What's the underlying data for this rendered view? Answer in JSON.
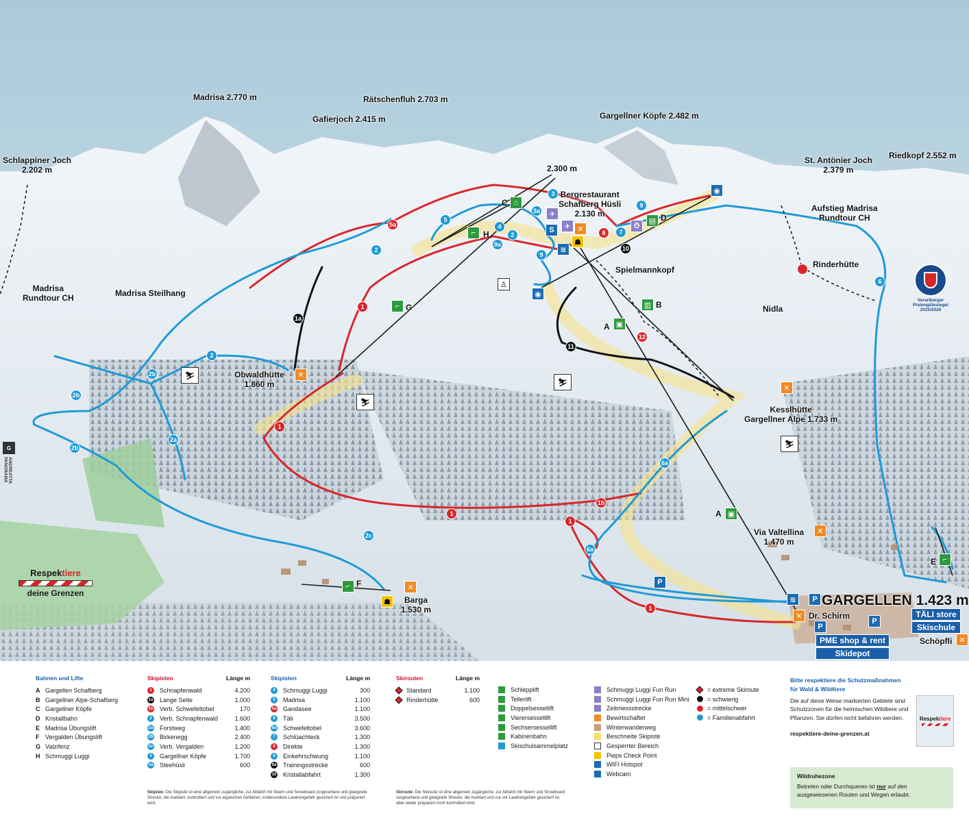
{
  "map": {
    "peaks": [
      {
        "id": "madrisa",
        "text": "Madrisa 2.770 m"
      },
      {
        "id": "raetschenfluh",
        "text": "Rätschenfluh 2.703 m"
      },
      {
        "id": "gafierjoch",
        "text": "Gafierjoch 2.415 m"
      },
      {
        "id": "gargellner-koepfe",
        "text": "Gargellner Köpfe 2.482 m"
      },
      {
        "id": "schlappiner",
        "text": "Schlappiner Joch\n2.202 m"
      },
      {
        "id": "st-antoenier",
        "text": "St. Antönier Joch\n2.379 m"
      },
      {
        "id": "riedkopf",
        "text": "Riedkopf 2.552 m"
      },
      {
        "id": "top-station",
        "text": "2.300 m"
      },
      {
        "id": "bergrestaurant",
        "text": "Bergrestaurant\nSchafberg Hüsli\n2.130 m"
      },
      {
        "id": "aufstieg",
        "text": "Aufstieg Madrisa\nRundtour CH"
      },
      {
        "id": "rinderhuette",
        "text": "Rinderhütte"
      },
      {
        "id": "madrisa-rundtour",
        "text": "Madrisa\nRundtour CH"
      },
      {
        "id": "madrisa-steilhang",
        "text": "Madrisa Steilhang"
      },
      {
        "id": "spielmannkopf",
        "text": "Spielmannkopf"
      },
      {
        "id": "nidla",
        "text": "Nidla"
      },
      {
        "id": "obwaldhuette",
        "text": "Obwaldhütte\n1.860 m"
      },
      {
        "id": "kesslhuette",
        "text": "Kesslhütte\nGargellner Alpe 1.733 m"
      },
      {
        "id": "via-valtellina",
        "text": "Via Valtellina\n1.470 m"
      },
      {
        "id": "barga",
        "text": "Barga\n1.530 m"
      },
      {
        "id": "dr-schirm",
        "text": "Dr. Schirm"
      },
      {
        "id": "schoepfli",
        "text": "Schöpfli"
      }
    ],
    "town": "GARGELLEN 1.423 m",
    "boxes": [
      "TÄLI store",
      "Skischule",
      "PME shop & rent",
      "Skidepot"
    ],
    "gueteseigel": "Vorarlberger\nPistengütesiegel\n2025/2026",
    "respekt_logo": {
      "line1a": "Respek",
      "line1b": "tiere",
      "line2": "deine Grenzen"
    },
    "panorama_credit": "ANDREATTA\nPANORAMA",
    "lift_letters": [
      "A",
      "B",
      "C",
      "D",
      "E",
      "F",
      "G",
      "H",
      "A"
    ],
    "piste_markers": [
      "1",
      "1",
      "1",
      "1",
      "1",
      "1a",
      "1b",
      "2",
      "2",
      "2",
      "2b",
      "2b",
      "2b",
      "2a",
      "2c",
      "3",
      "3a",
      "4",
      "5",
      "5a",
      "6",
      "6a",
      "6a",
      "7",
      "8",
      "9",
      "9",
      "9a",
      "10",
      "11",
      "12"
    ]
  },
  "legend": {
    "bahnen": {
      "title": "Bahnen und Lifte",
      "items": [
        {
          "k": "A",
          "name": "Gargellen Schafberg"
        },
        {
          "k": "B",
          "name": "Gargellner Alpe-Schafberg"
        },
        {
          "k": "C",
          "name": "Gargellner Köpfe"
        },
        {
          "k": "D",
          "name": "Kristallbahn"
        },
        {
          "k": "E",
          "name": "Madrisa Übungslift"
        },
        {
          "k": "F",
          "name": "Vergalden Übungslift"
        },
        {
          "k": "G",
          "name": "Valzifenz"
        },
        {
          "k": "H",
          "name": "Schmuggi Luggi"
        }
      ]
    },
    "skipisten1": {
      "title": "Skipisten",
      "len_header": "Länge m",
      "items": [
        {
          "k": "1",
          "c": "#d9262b",
          "name": "Schnapfenwald",
          "len": "4.200"
        },
        {
          "k": "1a",
          "c": "#111111",
          "name": "Lange Seite",
          "len": "1.000"
        },
        {
          "k": "1b",
          "c": "#d9262b",
          "name": "Verb. Schwefeltobel",
          "len": "170"
        },
        {
          "k": "2",
          "c": "#1e9ad6",
          "name": "Verb. Schnapfenwald",
          "len": "1.600"
        },
        {
          "k": "2a",
          "c": "#1e9ad6",
          "name": "Forstweg",
          "len": "1.400"
        },
        {
          "k": "2b",
          "c": "#1e9ad6",
          "name": "Birkenegg",
          "len": "2.400"
        },
        {
          "k": "2c",
          "c": "#1e9ad6",
          "name": "Verb. Vergalden",
          "len": "1.200"
        },
        {
          "k": "3",
          "c": "#1e9ad6",
          "name": "Gargellner Köpfe",
          "len": "1.700"
        },
        {
          "k": "3a",
          "c": "#1e9ad6",
          "name": "Steehüsli",
          "len": "600"
        }
      ]
    },
    "skipisten2": {
      "title": "Skipisten",
      "len_header": "Länge m",
      "items": [
        {
          "k": "4",
          "c": "#1e9ad6",
          "name": "Schmuggi Luggi",
          "len": "300"
        },
        {
          "k": "5",
          "c": "#1e9ad6",
          "name": "Madrisa",
          "len": "1.100"
        },
        {
          "k": "5a",
          "c": "#d9262b",
          "name": "Gandasee",
          "len": "1.100"
        },
        {
          "k": "6",
          "c": "#1e9ad6",
          "name": "Täli",
          "len": "3.500"
        },
        {
          "k": "6a",
          "c": "#1e9ad6",
          "name": "Schwefeltobel",
          "len": "3.600"
        },
        {
          "k": "7",
          "c": "#1e9ad6",
          "name": "Schlüachteck",
          "len": "1.300"
        },
        {
          "k": "8",
          "c": "#d9262b",
          "name": "Direkte",
          "len": "1.300"
        },
        {
          "k": "9",
          "c": "#1e9ad6",
          "name": "Einkehrschwung",
          "len": "1.100"
        },
        {
          "k": "9a",
          "c": "#111111",
          "name": "Trainingsstrecke",
          "len": "600"
        },
        {
          "k": "10",
          "c": "#111111",
          "name": "Kristallabfahrt",
          "len": "1.300"
        }
      ]
    },
    "skirouten": {
      "title": "Skirouten",
      "len_header": "Länge m",
      "items": [
        {
          "k": "11",
          "name": "Standard",
          "len": "1.100"
        },
        {
          "k": "12",
          "name": "Rinderhütte",
          "len": "600"
        }
      ]
    },
    "lifttypes": [
      {
        "c": "#2e9a3e",
        "name": "Schlepplift"
      },
      {
        "c": "#2e9a3e",
        "name": "Tellerlift"
      },
      {
        "c": "#2e9a3e",
        "name": "Doppelsessellift"
      },
      {
        "c": "#2e9a3e",
        "name": "Vierersessellift"
      },
      {
        "c": "#2e9a3e",
        "name": "Sechsersessellift"
      },
      {
        "c": "#2e9a3e",
        "name": "Kabinenbahn"
      },
      {
        "c": "#1e9ad6",
        "name": "Skischulsammelplatz"
      }
    ],
    "symbols": [
      {
        "c": "#8a7fc9",
        "name": "Schmuggi Luggi Fun Run"
      },
      {
        "c": "#8a7fc9",
        "name": "Schmuggi Luggi Fun Run Mini"
      },
      {
        "c": "#8a7fc9",
        "name": "Zeitmessstrecke"
      },
      {
        "c": "#f08a24",
        "name": "Bewirtschaftet"
      },
      {
        "c": "#c9a07a",
        "name": "Winterwanderweg"
      },
      {
        "c": "#f3e26a",
        "name": "Beschneite Skipiste"
      },
      {
        "c": "#ffffff",
        "name": "Gesperrter Bereich"
      },
      {
        "c": "#f3c400",
        "name": "Pieps Check Point"
      },
      {
        "c": "#1b6cb3",
        "name": "WIFI Hotspot"
      },
      {
        "c": "#1b6cb3",
        "name": "Webcam"
      }
    ],
    "difficulty": [
      {
        "type": "diamond",
        "name": "= extreme Skiroute"
      },
      {
        "c": "#111111",
        "name": "= schwierig"
      },
      {
        "c": "#d9262b",
        "name": "= mittelschwer"
      },
      {
        "c": "#1e9ad6",
        "name": "= Familienabfahrt"
      }
    ],
    "respekt": {
      "title": "Bitte respektiere die Schutzmaßnahmen\nfür Wald & Wildtiere",
      "text": "Die auf diese Weise markierten Gebiete sind Schutzzonen für die heimischen Wildtiere und Pflanzen. Sie dürfen nicht befahren werden.",
      "url": "respektiere-deine-grenzen.at"
    },
    "wild": {
      "title": "Wildruhezone",
      "text_a": "Betreten oder Durchqueren ist ",
      "text_b": "nur",
      "text_c": " auf den ausgewiesenen Routen und Wegen erlaubt."
    },
    "note_piste": {
      "bold": "Skipiste:",
      "text": " Die Skipiste ist eine allgemein zugängliche, zur Abfahrt mit Skiern und Snowboard vorgesehene und geeignete Strecke, die markiert, kontrolliert und vor atypischen Gefahren, insbesondere Lawinengefahr gesichert ist und präpariert wird."
    },
    "note_route": {
      "bold": "Skiroute:",
      "text": " Die Skiroute ist eine allgemein zugängliche, zur Abfahrt mit Skiern und Snowboard vorgesehene und geeignete Strecke, die markiert und nur vor Lawinengefahr gesichert ist, aber weder präpariert noch kontrolliert wird."
    }
  },
  "colors": {
    "red_piste": "#d9262b",
    "blue_piste": "#1e9ad6",
    "black_piste": "#111111",
    "lift_green": "#2e9a3e",
    "restaurant": "#f08a24",
    "info_blue": "#1a5fa8"
  }
}
